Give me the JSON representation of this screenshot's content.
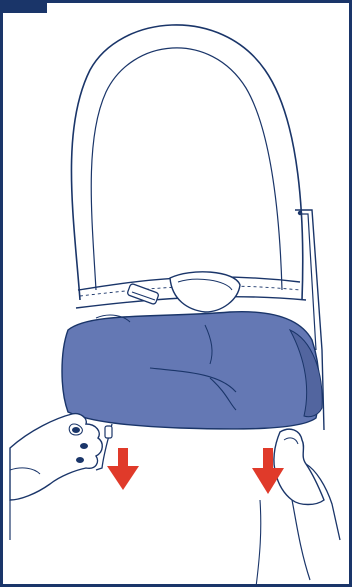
{
  "illustration": {
    "subject": "carrier-instruction-step",
    "colors": {
      "frame": "#1a3569",
      "line": "#1a3569",
      "fabric": "#6478b4",
      "fabric_shadow": "#52659f",
      "arrow": "#e03a2a",
      "background": "#ffffff"
    },
    "arrows": [
      {
        "direction": "down"
      },
      {
        "direction": "down"
      }
    ],
    "icons": [
      "down-arrow-icon",
      "down-arrow-icon"
    ]
  }
}
